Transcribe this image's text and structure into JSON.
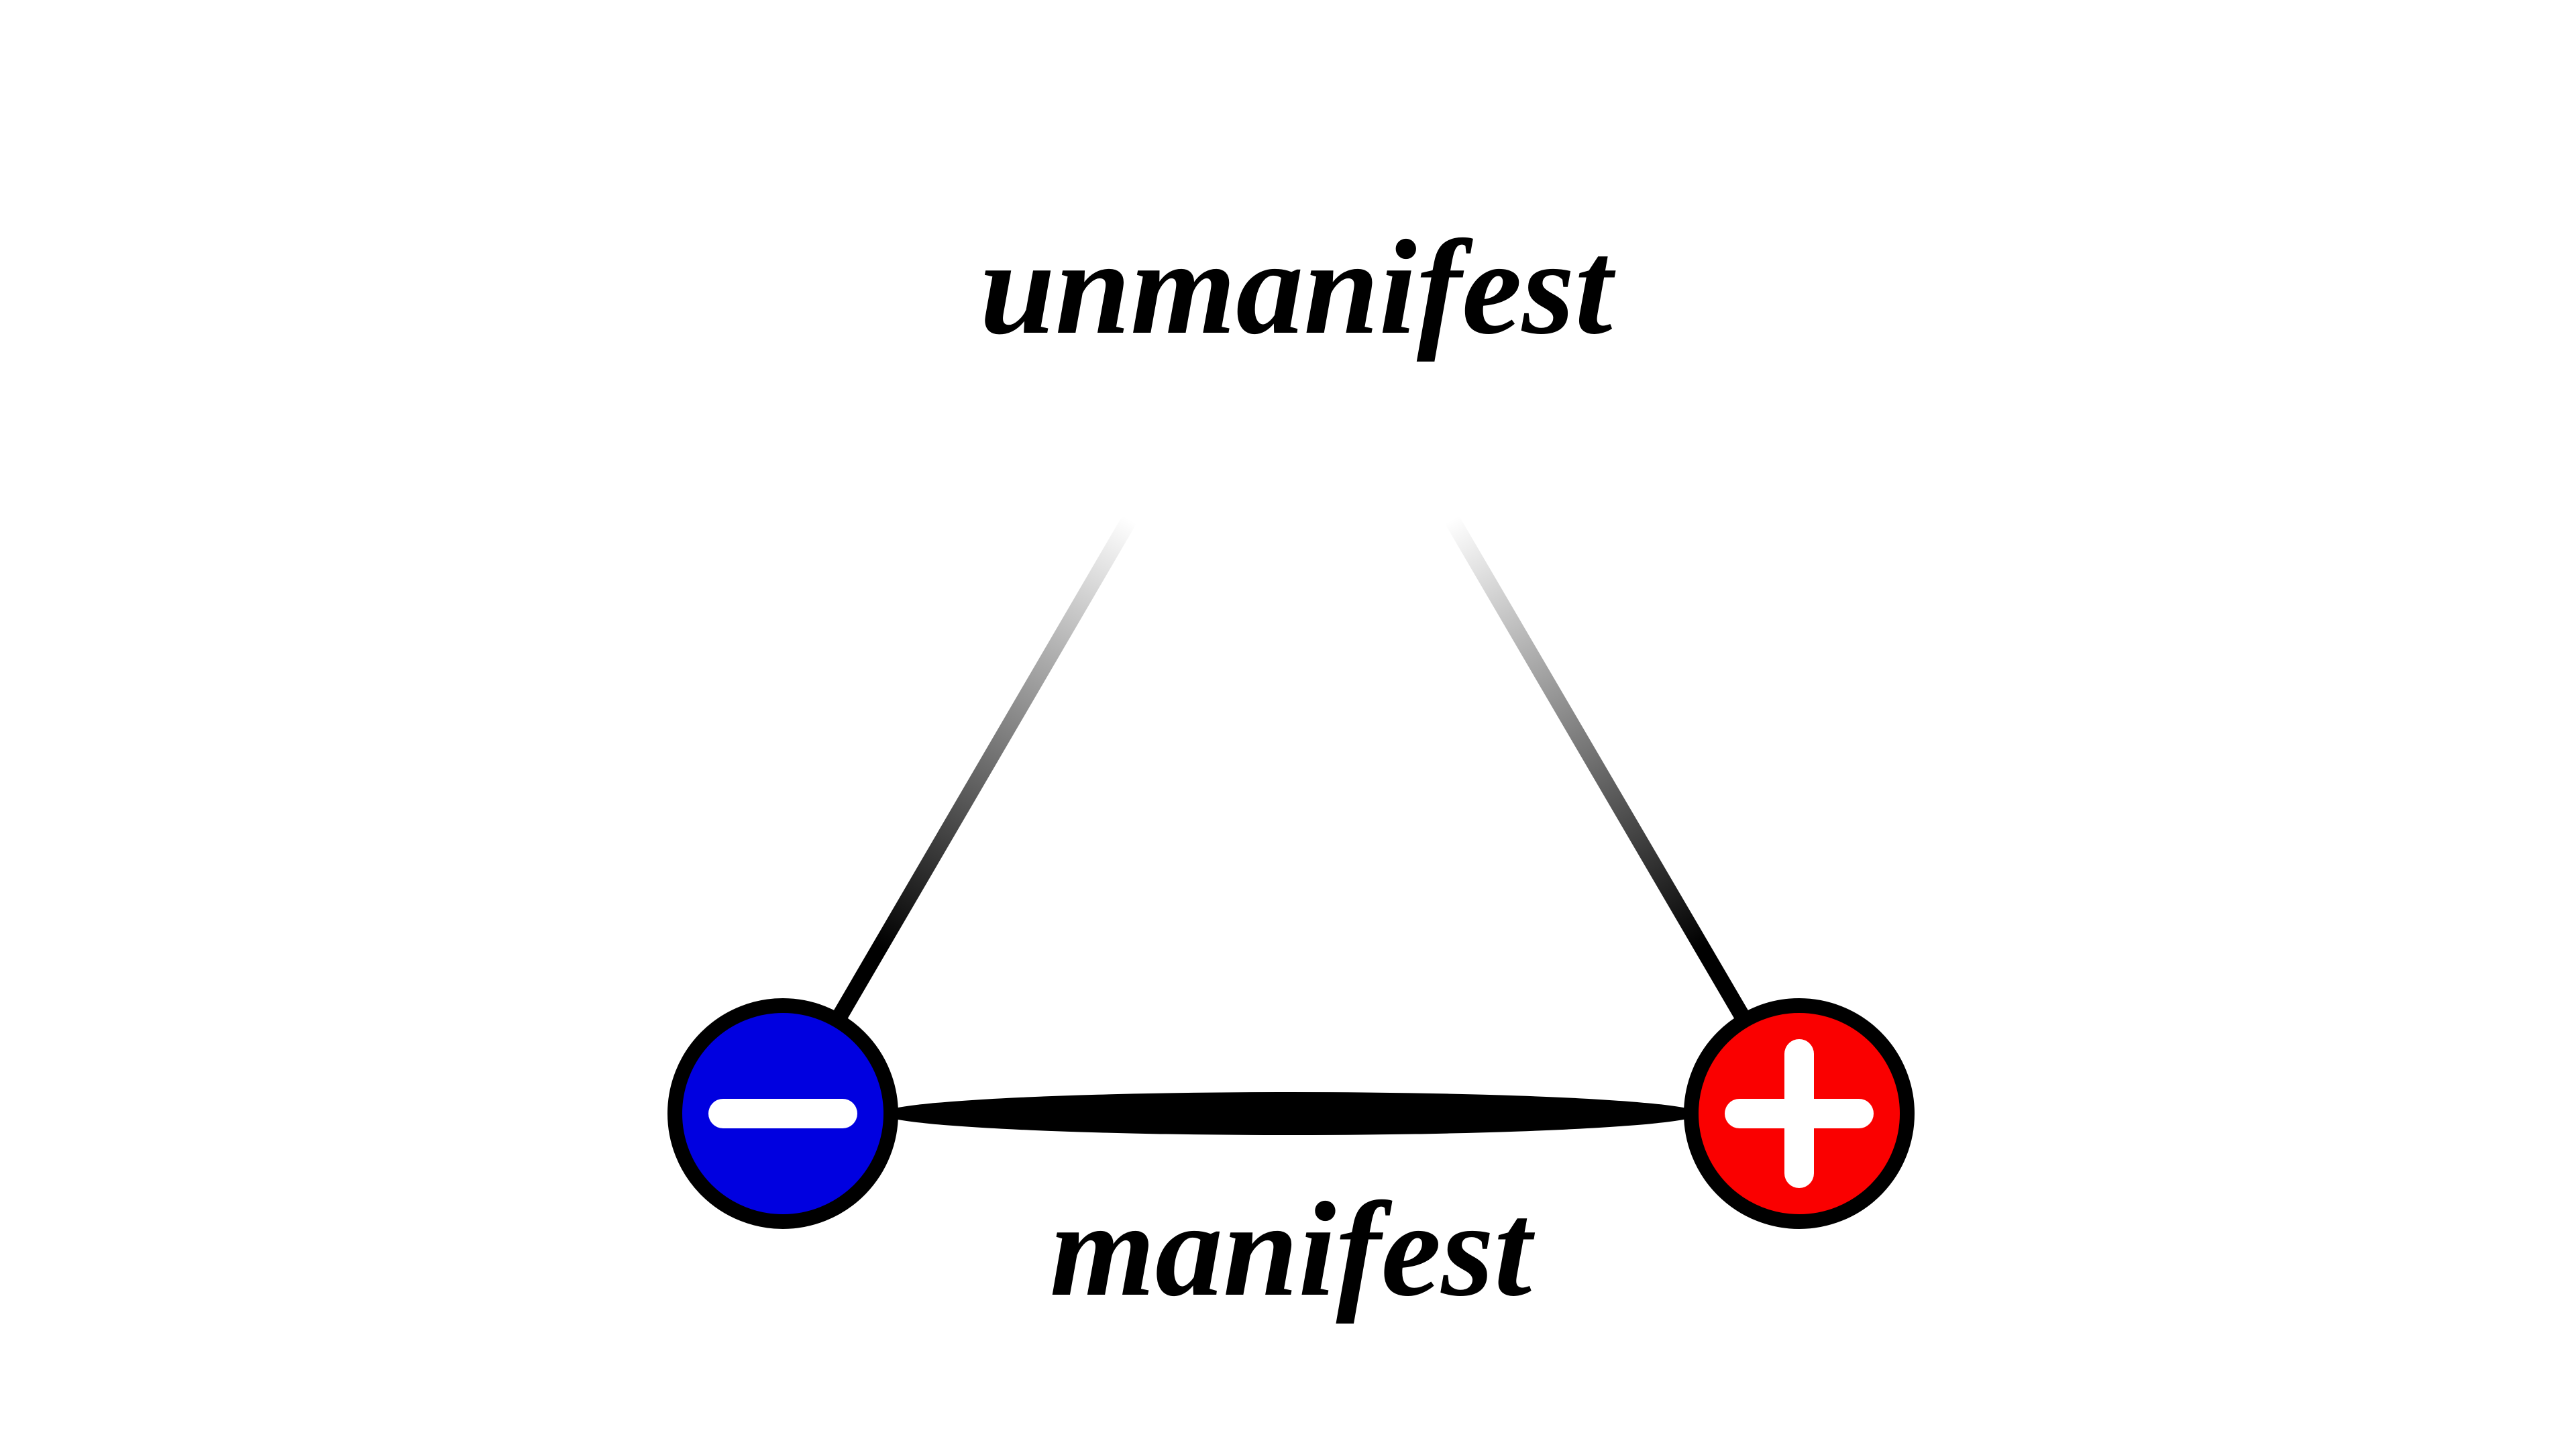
{
  "diagram": {
    "title": "polarity diagram: unmanifest and manifest",
    "background": "#ffffff",
    "labels": {
      "top": "unmanifest",
      "bottom": "manifest"
    },
    "colors": {
      "negative_node": "#0000e0",
      "positive_node": "#fa0000",
      "node_outline": "#000000",
      "edge": "#000000",
      "symbol": "#ffffff",
      "text": "#000000"
    },
    "nodes": [
      {
        "id": "negative",
        "symbol": "minus",
        "fill": "#0000e0",
        "position": "bottom-left"
      },
      {
        "id": "positive",
        "symbol": "plus",
        "fill": "#fa0000",
        "position": "bottom-right"
      }
    ],
    "edges": [
      {
        "from": "negative",
        "to": "positive",
        "style": "solid",
        "label": "manifest"
      },
      {
        "from": "apex",
        "to": "negative",
        "style": "fades-out-toward-top"
      },
      {
        "from": "apex",
        "to": "positive",
        "style": "fades-out-toward-top"
      }
    ]
  }
}
